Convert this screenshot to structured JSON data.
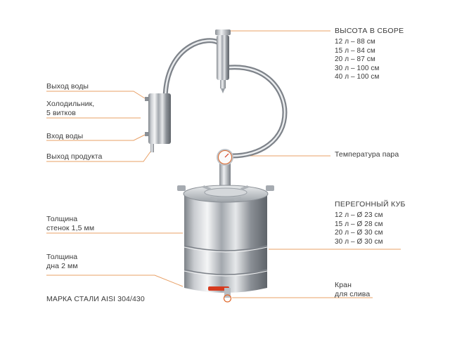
{
  "labels": {
    "height_title": "ВЫСОТА В СБОРЕ",
    "heights": [
      "12 л – 88 см",
      "15 л – 84 см",
      "20 л – 87 см",
      "30 л – 100 см",
      "40 л – 100 см"
    ],
    "water_out": "Выход воды",
    "cooler": [
      "Холодильник,",
      "5 витков"
    ],
    "water_in": "Вход воды",
    "product_out": "Выход продукта",
    "steam_temp": "Температура пара",
    "kettle_title": "ПЕРЕГОННЫЙ КУБ",
    "diameters": [
      "12 л – Ø 23 см",
      "15 л – Ø 28 см",
      "20 л – Ø 30 см",
      "30 л – Ø 30 см"
    ],
    "wall": [
      "Толщина",
      "стенок 1,5 мм"
    ],
    "bottom": [
      "Толщина",
      "дна 2 мм"
    ],
    "steel": "МАРКА СТАЛИ AISI 304/430",
    "tap": [
      "Кран",
      "для слива"
    ]
  },
  "colors": {
    "leader": "#e8a066",
    "steel_dark": "#6f747a",
    "steel_light": "#f3f4f5",
    "valve": "#d63a1e",
    "text": "#3a3a3a"
  }
}
